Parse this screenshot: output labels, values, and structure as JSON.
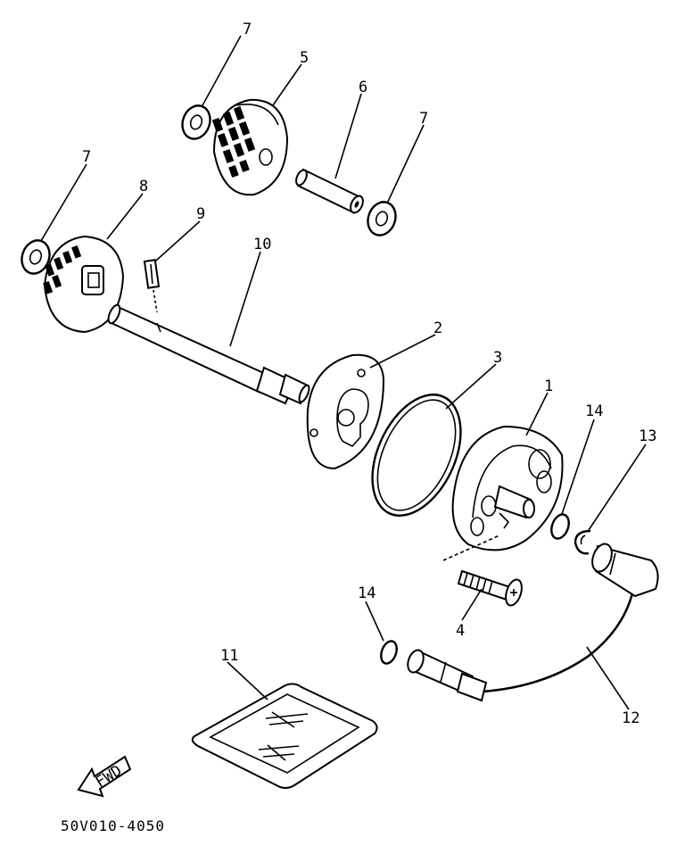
{
  "diagram": {
    "labels": {
      "p1": "1",
      "p2": "2",
      "p3": "3",
      "p4": "4",
      "p5": "5",
      "p6": "6",
      "p7a": "7",
      "p7b": "7",
      "p7c": "7",
      "p8": "8",
      "p9": "9",
      "p10": "10",
      "p11": "11",
      "p12": "12",
      "p13": "13",
      "p14a": "14",
      "p14b": "14"
    },
    "fwd": "FWD",
    "code": "50V010-4050"
  }
}
